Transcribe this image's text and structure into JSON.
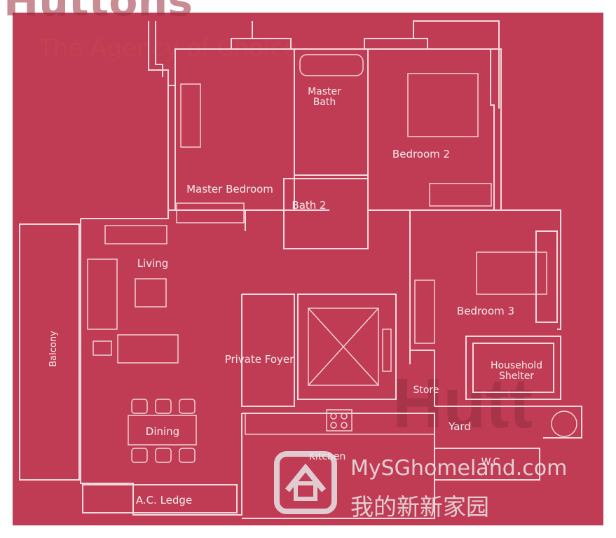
{
  "colors": {
    "background": "#c03c55",
    "line": "#f3d9dd",
    "label": "#f6eaec",
    "watermark": "#e8e8e8"
  },
  "rooms": {
    "master_bath": [
      "Master",
      "Bath"
    ],
    "bedroom_2": "Bedroom 2",
    "master_bedroom": "Master Bedroom",
    "bath_2": "Bath 2",
    "living": "Living",
    "bedroom_3": "Bedroom 3",
    "balcony": "Balcony",
    "private_foyer": "Private Foyer",
    "household_shelter": [
      "Household",
      "Shelter"
    ],
    "store": "Store",
    "dining": "Dining",
    "yard": "Yard",
    "kitchen": "Kitchen",
    "wc": "W.C",
    "ac_ledge": "A.C. Ledge"
  },
  "watermarks": {
    "agency_top": "Huttons",
    "agency_tagline": "The Agency of Choice",
    "agency_right": "Hutt",
    "site": "MySGhomeland.com",
    "site_cn": "我的新新家园",
    "icon": "home-logo-icon"
  }
}
